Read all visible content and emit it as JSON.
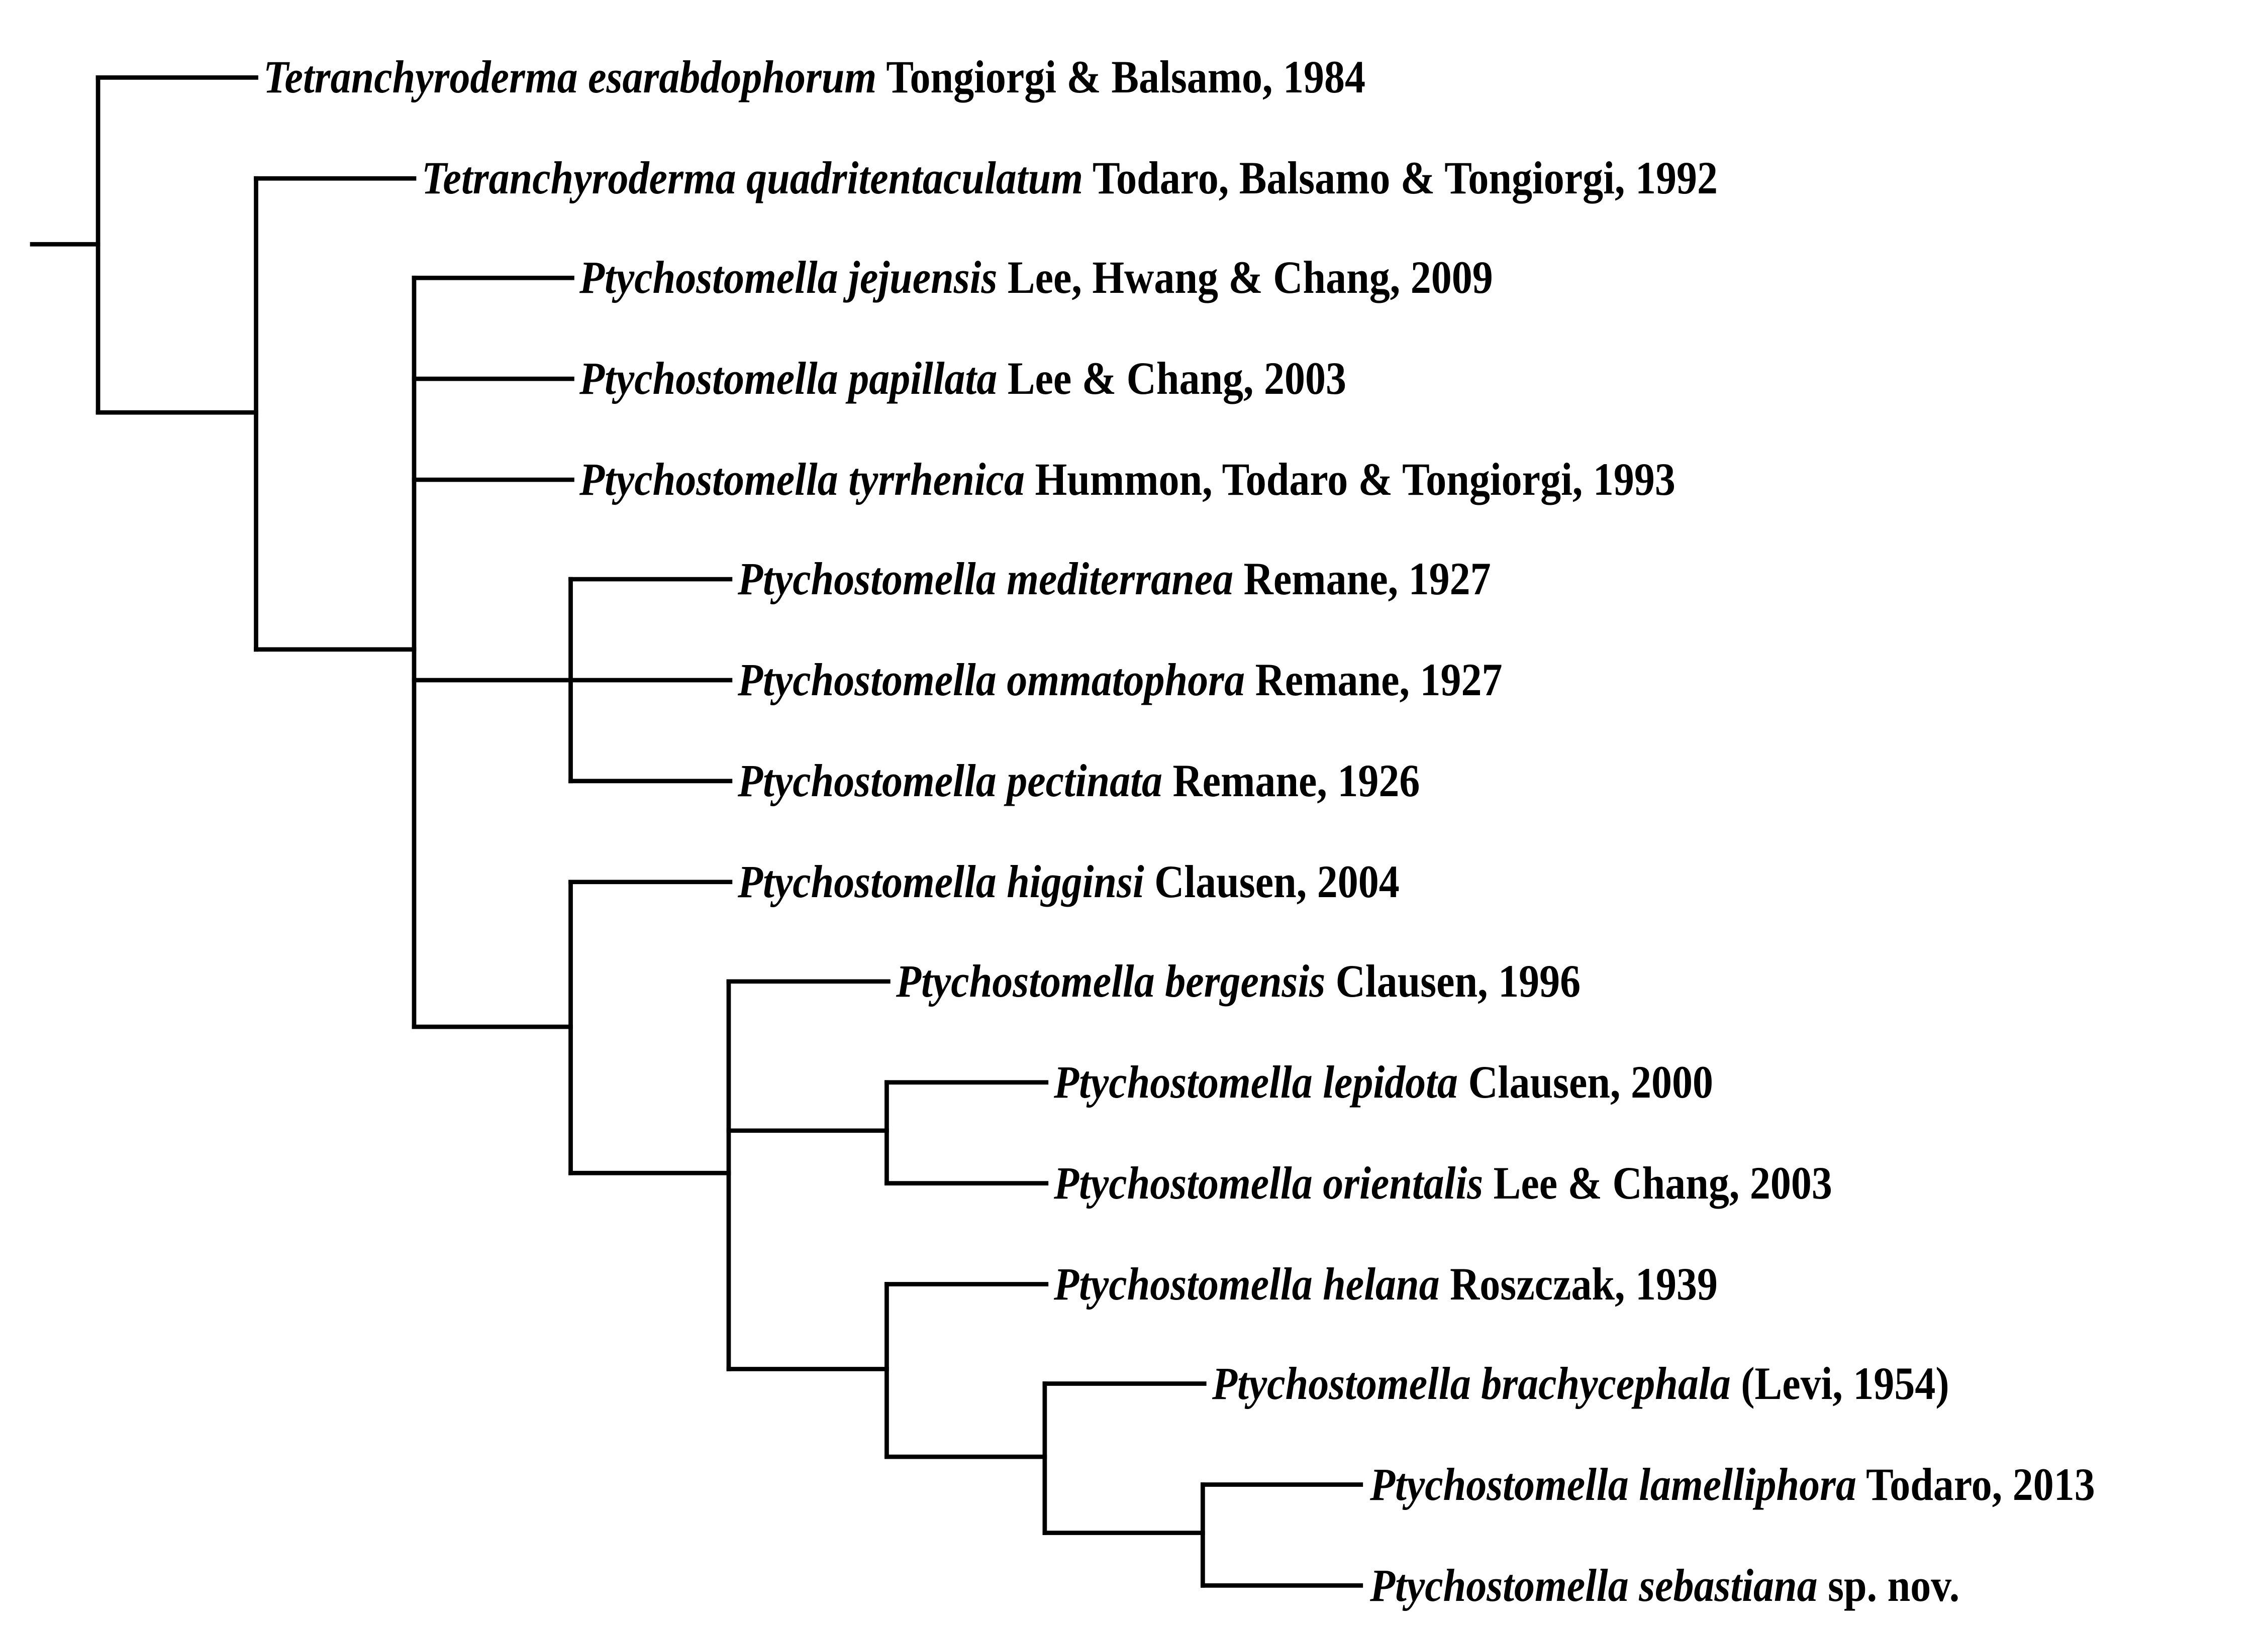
{
  "figure": {
    "type": "cladogram",
    "line_color": "#000000",
    "background": "#ffffff"
  },
  "taxa": [
    {
      "genus": "Tetranchyroderma",
      "species": "esarabdophorum",
      "authority": "Tongiorgi & Balsamo, 1984"
    },
    {
      "genus": "Tetranchyroderma",
      "species": "quadritentaculatum",
      "authority": "Todaro, Balsamo & Tongiorgi, 1992"
    },
    {
      "genus": "Ptychostomella",
      "species": "jejuensis",
      "authority": "Lee, Hwang & Chang, 2009"
    },
    {
      "genus": "Ptychostomella",
      "species": "papillata",
      "authority": "Lee & Chang, 2003"
    },
    {
      "genus": "Ptychostomella",
      "species": "tyrrhenica",
      "authority": "Hummon, Todaro & Tongiorgi, 1993"
    },
    {
      "genus": "Ptychostomella",
      "species": "mediterranea",
      "authority": "Remane, 1927"
    },
    {
      "genus": "Ptychostomella",
      "species": "ommatophora",
      "authority": "Remane, 1927"
    },
    {
      "genus": "Ptychostomella",
      "species": "pectinata",
      "authority": "Remane, 1926"
    },
    {
      "genus": "Ptychostomella",
      "species": "higginsi",
      "authority": "Clausen, 2004"
    },
    {
      "genus": "Ptychostomella",
      "species": "bergensis",
      "authority": "Clausen, 1996"
    },
    {
      "genus": "Ptychostomella",
      "species": "lepidota",
      "authority": "Clausen, 2000"
    },
    {
      "genus": "Ptychostomella",
      "species": "orientalis",
      "authority": "Lee & Chang, 2003"
    },
    {
      "genus": "Ptychostomella",
      "species": "helana",
      "authority": "Roszczak, 1939"
    },
    {
      "genus": "Ptychostomella",
      "species": "brachycephala",
      "authority": "(Levi, 1954)"
    },
    {
      "genus": "Ptychostomella",
      "species": "lamelliphora",
      "authority": "Todaro, 2013"
    },
    {
      "genus": "Ptychostomella",
      "species": "sebastiana",
      "authority": "sp. nov."
    }
  ],
  "newick": "(T_esarabdophorum,(T_quadritentaculatum,(P_jejuensis,P_papillata,P_tyrrhenica,(P_mediterranea,P_ommatophora,P_pectinata),(P_higginsi,(P_bergensis,(P_lepidota,P_orientalis),(P_helana,(P_brachycephala,(P_lamelliphora,P_sebastiana))))))));"
}
